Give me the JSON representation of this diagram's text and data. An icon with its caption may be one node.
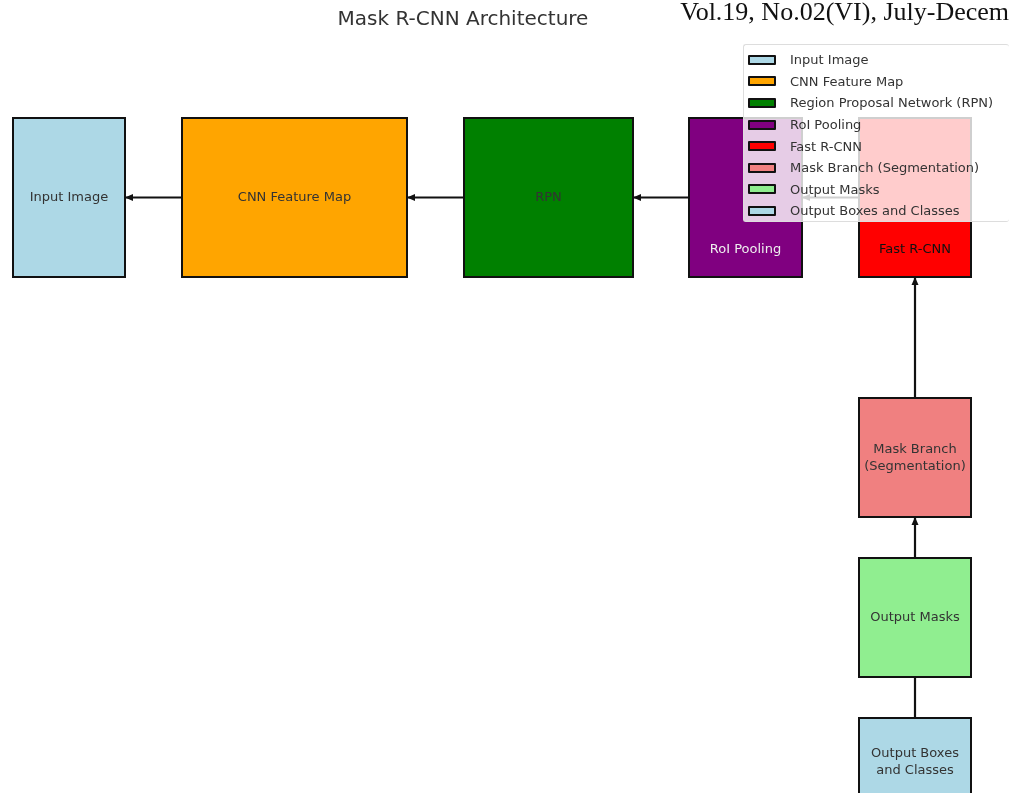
{
  "diagram": {
    "title": "Mask R-CNN Architecture",
    "nodes": [
      {
        "text": [
          "Input Image"
        ]
      },
      {
        "text": [
          "CNN Feature Map"
        ]
      },
      {
        "text": [
          "RPN"
        ]
      },
      {
        "text": [
          "RoI Pooling"
        ]
      },
      {
        "text": [
          "Fast R-CNN"
        ]
      },
      {
        "text": [
          "Mask Branch (Segmentation)"
        ]
      },
      {
        "text": [
          "Output Masks"
        ]
      },
      {
        "text": [
          "Output Boxes and Classes"
        ]
      }
    ],
    "edges": [
      {
        "from": 1,
        "to": 0,
        "arrow": "to"
      },
      {
        "from": 2,
        "to": 1,
        "arrow": "to"
      },
      {
        "from": 3,
        "to": 2,
        "arrow": "to"
      },
      {
        "from": 4,
        "to": 3,
        "arrow": "to"
      },
      {
        "from": 5,
        "to": 4,
        "arrow": "to"
      },
      {
        "from": 6,
        "to": 5,
        "arrow": "to"
      },
      {
        "from": 7,
        "to": 6,
        "arrow": "none"
      }
    ],
    "labels": [
      "Vol.19, No.02(VI), July-Decem"
    ],
    "legend": [
      {
        "text": "Input Image",
        "color": "#add8e6"
      },
      {
        "text": "CNN Feature Map",
        "color": "#ffa500"
      },
      {
        "text": "Region Proposal Network (RPN)",
        "color": "#008000"
      },
      {
        "text": "RoI Pooling",
        "color": "#800080"
      },
      {
        "text": "Fast R-CNN",
        "color": "#ff0000"
      },
      {
        "text": "Mask Branch (Segmentation)",
        "color": "#f08080"
      },
      {
        "text": "Output Masks",
        "color": "#90ee90"
      },
      {
        "text": "Output Boxes and Classes",
        "color": "#add8e6"
      }
    ]
  }
}
